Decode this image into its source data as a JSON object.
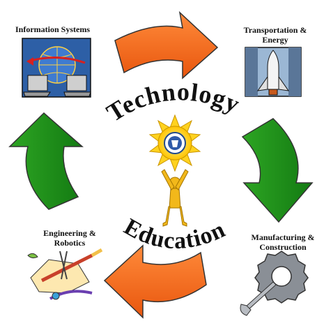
{
  "center": {
    "top_word": "Technology",
    "bottom_word": "Education"
  },
  "corners": {
    "information_systems": "Information Systems",
    "transportation": [
      "Transportation &",
      "Energy"
    ],
    "manufacturing": [
      "Manufacturing &",
      "Construction"
    ],
    "engineering": [
      "Engineering &",
      "Robotics"
    ]
  },
  "colors": {
    "orange_arrow": "#f26b1d",
    "green_arrow": "#1f8a1a",
    "arrow_outline": "#333333",
    "sun_yellow": "#ffd21f",
    "figure_gold": "#f2b81a"
  },
  "icons": {
    "information_systems": "networked-computers-globe-icon",
    "transportation": "space-shuttle-icon",
    "manufacturing": "gear-wrench-icon",
    "engineering": "drafting-tools-icon",
    "center": "figure-holding-sun-emblem-icon"
  }
}
